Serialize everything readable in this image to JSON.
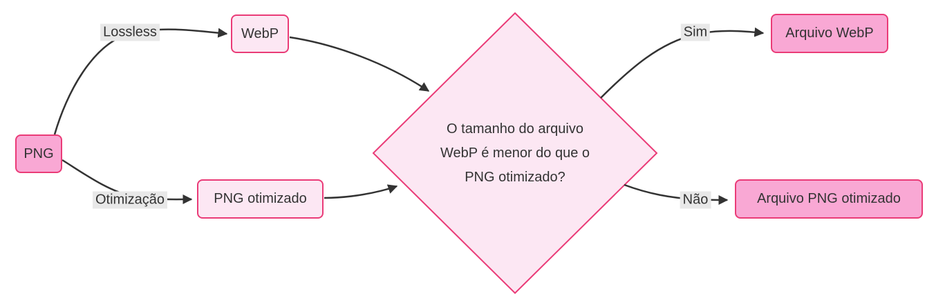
{
  "diagram": {
    "type": "flowchart",
    "direction": "left-to-right",
    "background": "#ffffff",
    "colors": {
      "node_fill_strong": "#f9a8d4",
      "node_fill_light": "#fce7f3",
      "node_border": "#ea3b77",
      "edge_stroke": "#333333",
      "text": "#333333",
      "edge_label_bg": "#e8e8e8"
    },
    "nodes": [
      {
        "id": "png",
        "label": "PNG",
        "shape": "rounded-rect",
        "emphasis": "strong"
      },
      {
        "id": "webp",
        "label": "WebP",
        "shape": "rounded-rect",
        "emphasis": "light"
      },
      {
        "id": "png-otimizado",
        "label": "PNG otimizado",
        "shape": "rounded-rect",
        "emphasis": "light"
      },
      {
        "id": "decision",
        "label": "O tamanho do arquivo WebP é menor do que o PNG otimizado?",
        "label_lines": [
          "O tamanho do arquivo",
          "WebP é menor do que o",
          "PNG otimizado?"
        ],
        "shape": "diamond",
        "emphasis": "light"
      },
      {
        "id": "arquivo-webp",
        "label": "Arquivo WebP",
        "shape": "rounded-rect",
        "emphasis": "strong"
      },
      {
        "id": "arquivo-png-otimizado",
        "label": "Arquivo PNG otimizado",
        "shape": "rounded-rect",
        "emphasis": "strong"
      }
    ],
    "edges": [
      {
        "from": "png",
        "to": "webp",
        "label": "Lossless"
      },
      {
        "from": "png",
        "to": "png-otimizado",
        "label": "Otimização"
      },
      {
        "from": "webp",
        "to": "decision",
        "label": ""
      },
      {
        "from": "png-otimizado",
        "to": "decision",
        "label": ""
      },
      {
        "from": "decision",
        "to": "arquivo-webp",
        "label": "Sim"
      },
      {
        "from": "decision",
        "to": "arquivo-png-otimizado",
        "label": "Não"
      }
    ]
  }
}
